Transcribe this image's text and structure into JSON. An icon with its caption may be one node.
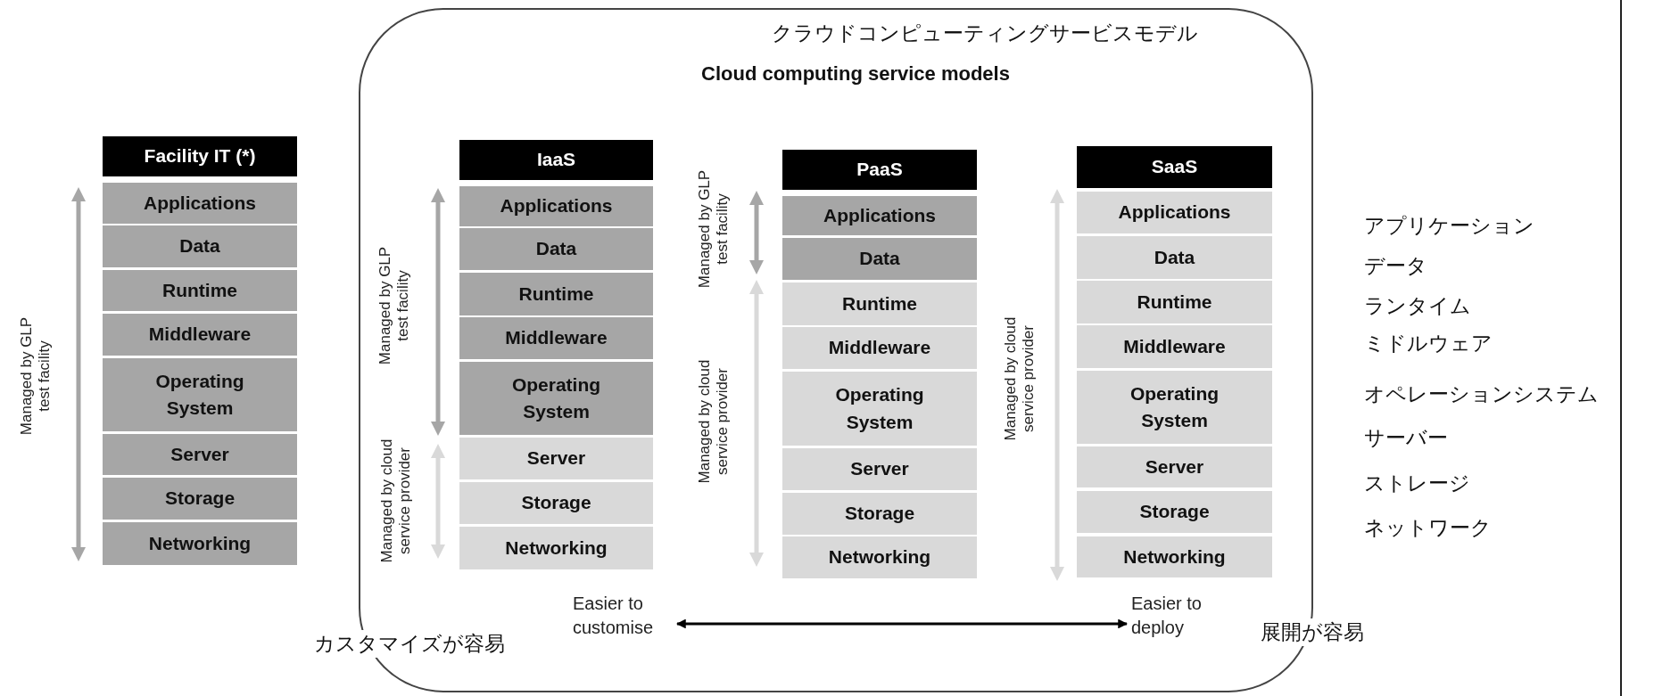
{
  "diagram": {
    "nodes": [
      {
        "text": [
          "Facility IT (*)"
        ]
      },
      {
        "text": [
          "Applications"
        ]
      },
      {
        "text": [
          "Data"
        ]
      },
      {
        "text": [
          "Runtime"
        ]
      },
      {
        "text": [
          "Middleware"
        ]
      },
      {
        "text": [
          "Operating System"
        ]
      },
      {
        "text": [
          "Server"
        ]
      },
      {
        "text": [
          "Storage"
        ]
      },
      {
        "text": [
          "Networking"
        ]
      },
      {
        "text": [
          "クラウドコンピューティングサービスモデル",
          "Cloud computing service models"
        ]
      },
      {
        "text": [
          "IaaS"
        ],
        "in": 9
      },
      {
        "text": [
          "Applications"
        ],
        "in": 9
      },
      {
        "text": [
          "Data"
        ],
        "in": 9
      },
      {
        "text": [
          "Runtime"
        ],
        "in": 9
      },
      {
        "text": [
          "Middleware"
        ],
        "in": 9
      },
      {
        "text": [
          "Operating System"
        ],
        "in": 9
      },
      {
        "text": [
          "Server"
        ],
        "in": 9
      },
      {
        "text": [
          "Storage"
        ],
        "in": 9
      },
      {
        "text": [
          "Networking"
        ],
        "in": 9
      },
      {
        "text": [
          "PaaS"
        ],
        "in": 9
      },
      {
        "text": [
          "Applications"
        ],
        "in": 9
      },
      {
        "text": [
          "Data"
        ],
        "in": 9
      },
      {
        "text": [
          "Runtime"
        ],
        "in": 9
      },
      {
        "text": [
          "Middleware"
        ],
        "in": 9
      },
      {
        "text": [
          "Operating System"
        ],
        "in": 9
      },
      {
        "text": [
          "Server"
        ],
        "in": 9
      },
      {
        "text": [
          "Storage"
        ],
        "in": 9
      },
      {
        "text": [
          "Networking"
        ],
        "in": 9
      },
      {
        "text": [
          "SaaS"
        ],
        "in": 9
      },
      {
        "text": [
          "Applications"
        ],
        "in": 9
      },
      {
        "text": [
          "Data"
        ],
        "in": 9
      },
      {
        "text": [
          "Runtime"
        ],
        "in": 9
      },
      {
        "text": [
          "Middleware"
        ],
        "in": 9
      },
      {
        "text": [
          "Operating System"
        ],
        "in": 9
      },
      {
        "text": [
          "Server"
        ],
        "in": 9
      },
      {
        "text": [
          "Storage"
        ],
        "in": 9
      },
      {
        "text": [
          "Networking"
        ],
        "in": 9
      },
      {
        "text": [
          "Easier to customise"
        ],
        "in": 9
      },
      {
        "text": [
          "Easier to deploy"
        ],
        "in": 9
      }
    ],
    "edges": [
      {
        "from": 37,
        "to": 38,
        "arrow": "both"
      }
    ],
    "labels": [
      "Managed by GLP test facility",
      "Managed by GLP test facility",
      "Managed by cloud service provider",
      "Managed by GLP test facility",
      "Managed by cloud service provider",
      "Managed by cloud service provider",
      "アプリケーション",
      "データ",
      "ランタイム",
      "ミドルウェア",
      "オペレーションシステム",
      "サーバー",
      "ストレージ",
      "ネットワーク",
      "カスタマイズが容易",
      "展開が容易"
    ]
  }
}
